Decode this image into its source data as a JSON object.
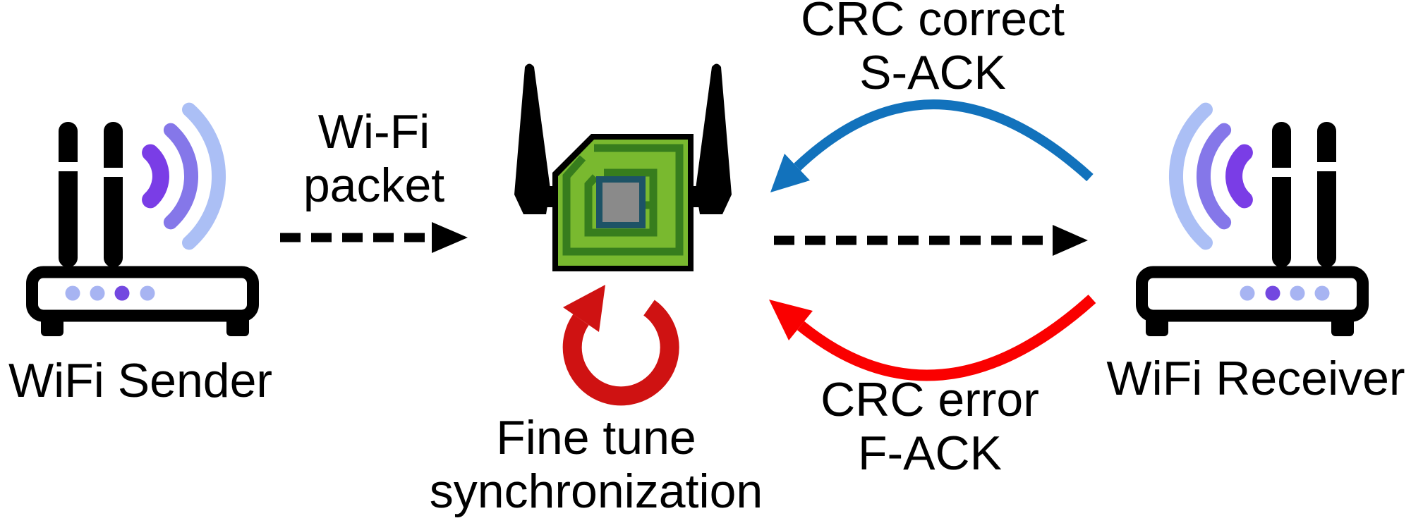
{
  "diagram": {
    "title": "WiFi backscatter acknowledgement diagram",
    "sender": {
      "label": "WiFi Sender",
      "icon": "wifi-router-icon"
    },
    "receiver": {
      "label": "WiFi Receiver",
      "icon": "wifi-router-icon"
    },
    "tag": {
      "icon": "backscatter-tag-icon"
    },
    "arrows": {
      "wifi_packet": {
        "line1": "Wi-Fi",
        "line2": "packet",
        "style": "dashed",
        "color": "black"
      },
      "relay": {
        "style": "dashed",
        "color": "black"
      },
      "s_ack": {
        "line1": "CRC correct",
        "line2": "S-ACK",
        "style": "curved",
        "color": "blue"
      },
      "f_ack": {
        "line1": "CRC error",
        "line2": "F-ACK",
        "style": "curved",
        "color": "red"
      },
      "fine_tune": {
        "line1": "Fine tune",
        "line2": "synchronization",
        "style": "loop",
        "color": "dark_red"
      }
    }
  },
  "colors": {
    "black": "#000000",
    "blue": "#1272bc",
    "red": "#fa0000",
    "dark_red": "#cf1212",
    "pcb_light": "#79b92f",
    "pcb_dark": "#377d1d",
    "chip_fill": "#8a8a8a",
    "chip_border": "#1d5366",
    "wave_outer": "#abbff5",
    "wave_mid": "#8577e9",
    "wave_inner": "#7a3de6",
    "dot_light": "#a7b4f2",
    "dot_accent": "#7348e0"
  }
}
